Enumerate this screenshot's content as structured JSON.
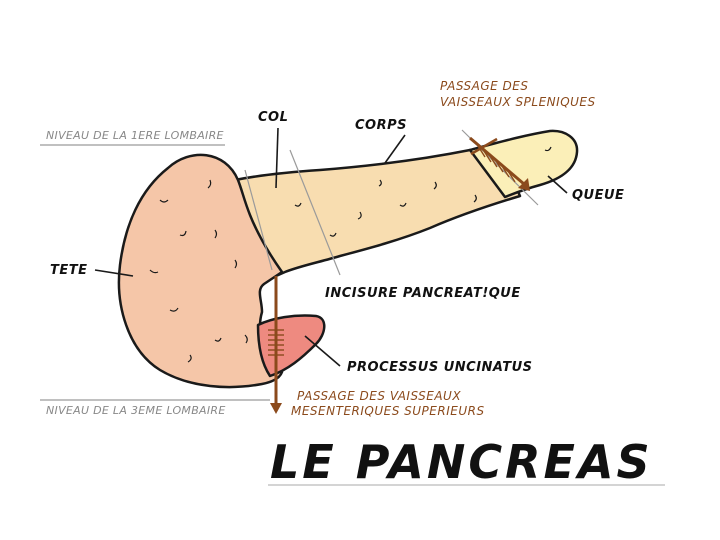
{
  "labels": {
    "col": "COL",
    "corps": "CORPS",
    "queue": "QUEUE",
    "tete": "TETE",
    "incisure": "INCISURE PANCREAT!QUE",
    "processus": "PROCESSUS UNCINATUS",
    "niveau_1": "NIVEAU DE LA 1ERE LOMBAIRE",
    "niveau_3": "NIVEAU DE LA 3EME LOMBAIRE",
    "passage_spleniques_1": "PASSAGE DES",
    "passage_spleniques_2": "VAISSEAUX SPLENIQUES",
    "passage_mesenteriques_1": "PASSAGE DES VAISSEAUX",
    "passage_mesenteriques_2": "MESENTERIQUES SUPERIEURS"
  },
  "title": "LE PANCREAS",
  "colors": {
    "head": "#F5C6A8",
    "body": "#F8DDB0",
    "tail": "#FBEFB8",
    "uncinate": "#EE8A80",
    "vessel": "#8B4A1C",
    "outline": "#1a1a1a",
    "grey_line": "#9a9a9a"
  }
}
